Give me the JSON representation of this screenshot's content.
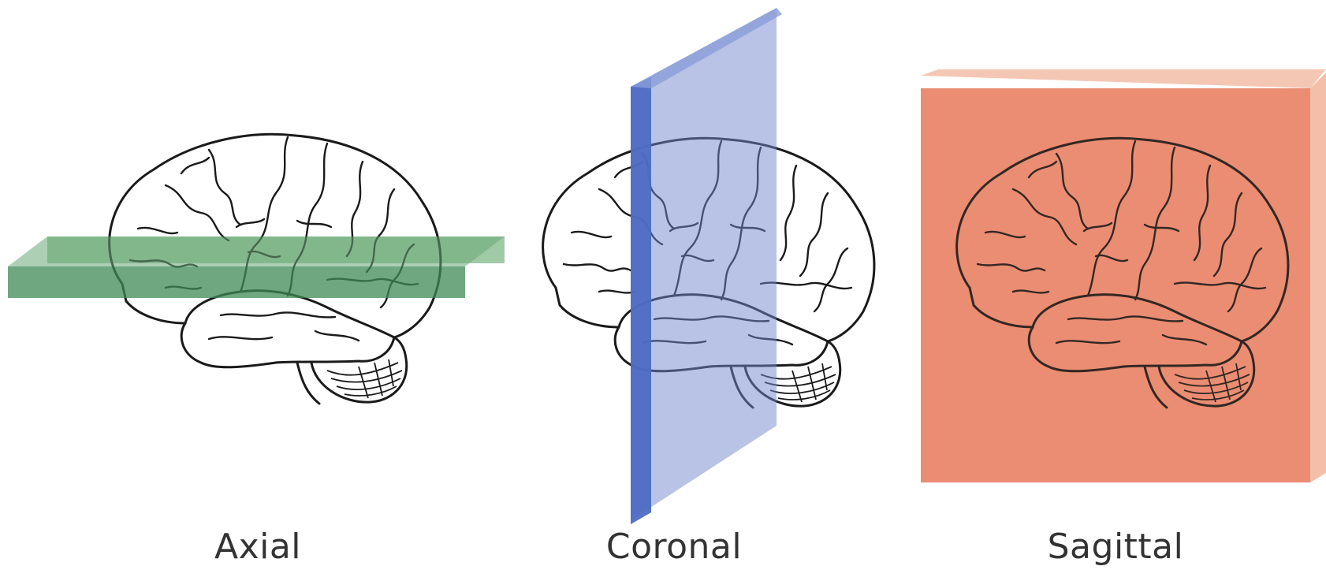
{
  "panels": [
    {
      "id": "axial",
      "label": "Axial",
      "plane_color": "#5f9e6e",
      "icon": "brain-icon"
    },
    {
      "id": "coronal",
      "label": "Coronal",
      "plane_color": "#6a83c9",
      "icon": "brain-icon"
    },
    {
      "id": "sagittal",
      "label": "Sagittal",
      "plane_color": "#ea8d72",
      "icon": "brain-icon"
    }
  ]
}
